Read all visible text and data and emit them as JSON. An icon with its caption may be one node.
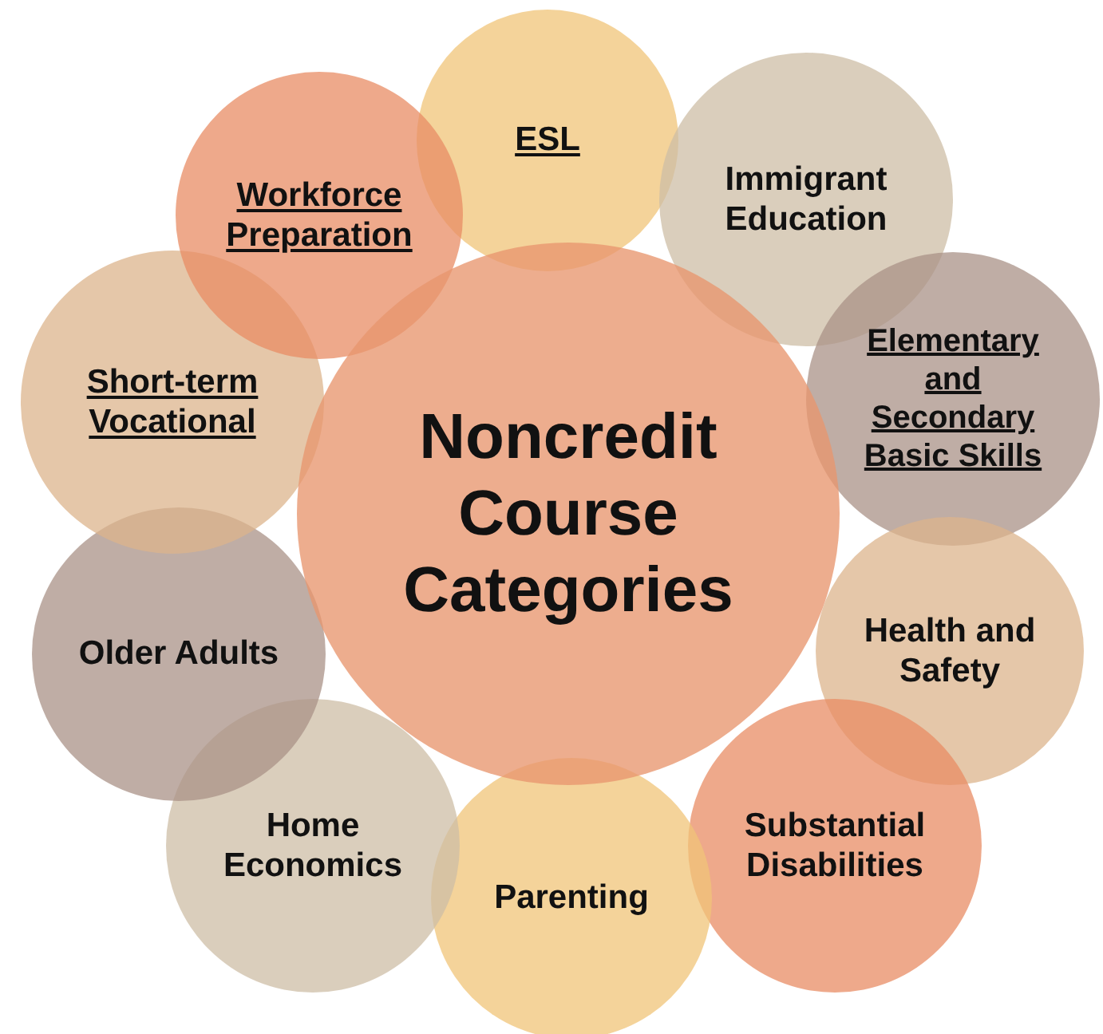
{
  "diagram": {
    "nodes": [
      {
        "text": [
          "Noncredit Course Categories"
        ]
      },
      {
        "text": [
          "ESL"
        ]
      },
      {
        "text": [
          "Immigrant Education"
        ]
      },
      {
        "text": [
          "Elementary and Secondary Basic Skills"
        ]
      },
      {
        "text": [
          "Health and Safety"
        ]
      },
      {
        "text": [
          "Substantial Disabilities"
        ]
      },
      {
        "text": [
          "Parenting"
        ]
      },
      {
        "text": [
          "Home Economics"
        ]
      },
      {
        "text": [
          "Older Adults"
        ]
      },
      {
        "text": [
          "Short-term Vocational"
        ]
      },
      {
        "text": [
          "Workforce Preparation"
        ]
      }
    ]
  }
}
